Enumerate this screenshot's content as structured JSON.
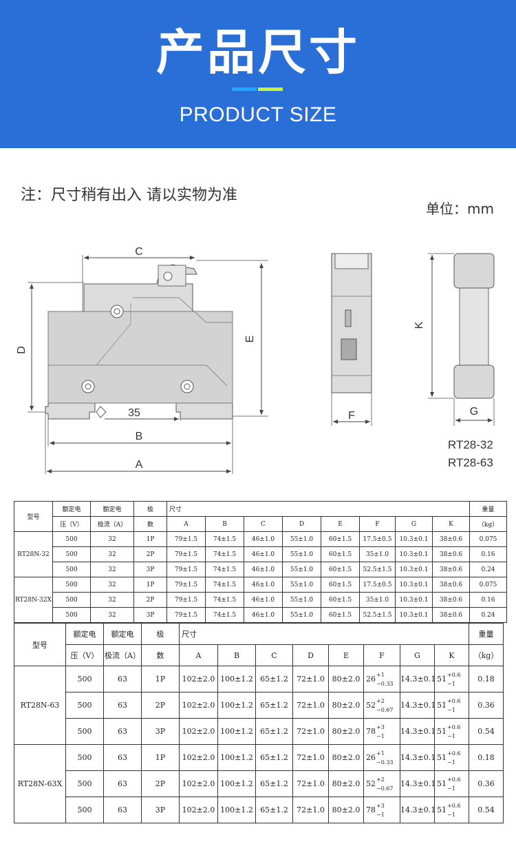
{
  "header": {
    "title": "产品尺寸",
    "subtitle": "PRODUCT SIZE",
    "accent_colors": [
      "#1ea7ff",
      "#c9f03a"
    ],
    "background": "#2a6fd8"
  },
  "note": "注：尺寸稍有出入 请以实物为准",
  "unit": "单位：mm",
  "drawing": {
    "labels": {
      "C": "C",
      "D": "D",
      "E": "E",
      "35": "35",
      "B": "B",
      "A": "A",
      "F": "F",
      "K": "K",
      "G": "G"
    },
    "models": [
      "RT28-32",
      "RT28-63"
    ]
  },
  "table1": {
    "header": {
      "model": "型号",
      "voltage_top": "额定电",
      "voltage_bottom": "压（V）",
      "current_top": "额定电",
      "current_bottom": "极流（A）",
      "poles_top": "极",
      "poles_bottom": "数",
      "size": "尺寸",
      "dims": [
        "A",
        "B",
        "C",
        "D",
        "E",
        "F",
        "G",
        "K"
      ],
      "weight_top": "重量",
      "weight_bottom": "（kg）"
    },
    "groups": [
      {
        "model": "RT28N-32",
        "rows": [
          {
            "v": "500",
            "i": "32",
            "p": "1P",
            "A": "79±1.5",
            "B": "74±1.5",
            "C": "46±1.0",
            "D": "55±1.0",
            "E": "60±1.5",
            "F": "17.5±0.5",
            "G": "10.3±0.1",
            "K": "38±0.6",
            "w": "0.075"
          },
          {
            "v": "500",
            "i": "32",
            "p": "2P",
            "A": "79±1.5",
            "B": "74±1.5",
            "C": "46±1.0",
            "D": "55±1.0",
            "E": "60±1.5",
            "F": "35±1.0",
            "G": "10.3±0.1",
            "K": "38±0.6",
            "w": "0.16"
          },
          {
            "v": "500",
            "i": "32",
            "p": "3P",
            "A": "79±1.5",
            "B": "74±1.5",
            "C": "46±1.0",
            "D": "55±1.0",
            "E": "60±1.5",
            "F": "52.5±1.5",
            "G": "10.3±0.1",
            "K": "38±0.6",
            "w": "0.24"
          }
        ]
      },
      {
        "model": "RT28N-32X",
        "rows": [
          {
            "v": "500",
            "i": "32",
            "p": "1P",
            "A": "79±1.5",
            "B": "74±1.5",
            "C": "46±1.0",
            "D": "55±1.0",
            "E": "60±1.5",
            "F": "17.5±0.5",
            "G": "10.3±0.1",
            "K": "38±0.6",
            "w": "0.075"
          },
          {
            "v": "500",
            "i": "32",
            "p": "2P",
            "A": "79±1.5",
            "B": "74±1.5",
            "C": "46±1.0",
            "D": "55±1.0",
            "E": "60±1.5",
            "F": "35±1.0",
            "G": "10.3±0.1",
            "K": "38±0.6",
            "w": "0.16"
          },
          {
            "v": "500",
            "i": "32",
            "p": "3P",
            "A": "79±1.5",
            "B": "74±1.5",
            "C": "46±1.0",
            "D": "55±1.0",
            "E": "60±1.5",
            "F": "52.5±1.5",
            "G": "10.3±0.1",
            "K": "38±0.6",
            "w": "0.24"
          }
        ]
      }
    ]
  },
  "table2": {
    "header": {
      "model": "型号",
      "voltage_top": "额定电",
      "voltage_bottom": "压（V）",
      "current_top": "额定电",
      "current_bottom": "极流（A）",
      "poles_top": "极",
      "poles_bottom": "数",
      "size": "尺寸",
      "dims": [
        "A",
        "B",
        "C",
        "D",
        "E",
        "F",
        "G",
        "K"
      ],
      "weight_top": "重量",
      "weight_bottom": "（kg）"
    },
    "groups": [
      {
        "model": "RT28N-63",
        "rows": [
          {
            "v": "500",
            "i": "63",
            "p": "1P",
            "A": "102±2.0",
            "B": "100±1.2",
            "C": "65±1.2",
            "D": "72±1.0",
            "E": "80±2.0",
            "F_base": "26",
            "F_up": "+1",
            "F_lo": "−0.33",
            "G": "14.3±0.1",
            "K_base": "51",
            "K_up": "+0.6",
            "K_lo": "−1",
            "w": "0.18"
          },
          {
            "v": "500",
            "i": "63",
            "p": "2P",
            "A": "102±2.0",
            "B": "100±1.2",
            "C": "65±1.2",
            "D": "72±1.0",
            "E": "80±2.0",
            "F_base": "52",
            "F_up": "+2",
            "F_lo": "−0.67",
            "G": "14.3±0.1",
            "K_base": "51",
            "K_up": "+0.6",
            "K_lo": "−1",
            "w": "0.36"
          },
          {
            "v": "500",
            "i": "63",
            "p": "3P",
            "A": "102±2.0",
            "B": "100±1.2",
            "C": "65±1.2",
            "D": "72±1.0",
            "E": "80±2.0",
            "F_base": "78",
            "F_up": "+3",
            "F_lo": "−1",
            "G": "14.3±0.1",
            "K_base": "51",
            "K_up": "+0.6",
            "K_lo": "−1",
            "w": "0.54"
          }
        ]
      },
      {
        "model": "RT28N-63X",
        "rows": [
          {
            "v": "500",
            "i": "63",
            "p": "1P",
            "A": "102±2.0",
            "B": "100±1.2",
            "C": "65±1.2",
            "D": "72±1.0",
            "E": "80±2.0",
            "F_base": "26",
            "F_up": "+1",
            "F_lo": "−0.33",
            "G": "14.3±0.1",
            "K_base": "51",
            "K_up": "+0.6",
            "K_lo": "−1",
            "w": "0.18"
          },
          {
            "v": "500",
            "i": "63",
            "p": "2P",
            "A": "102±2.0",
            "B": "100±1.2",
            "C": "65±1.2",
            "D": "72±1.0",
            "E": "80±2.0",
            "F_base": "52",
            "F_up": "+2",
            "F_lo": "−0.67",
            "G": "14.3±0.1",
            "K_base": "51",
            "K_up": "+0.6",
            "K_lo": "−1",
            "w": "0.36"
          },
          {
            "v": "500",
            "i": "63",
            "p": "3P",
            "A": "102±2.0",
            "B": "100±1.2",
            "C": "65±1.2",
            "D": "72±1.0",
            "E": "80±2.0",
            "F_base": "78",
            "F_up": "+3",
            "F_lo": "−1",
            "G": "14.3±0.1",
            "K_base": "51",
            "K_up": "+0.6",
            "K_lo": "−1",
            "w": "0.54"
          }
        ]
      }
    ]
  }
}
